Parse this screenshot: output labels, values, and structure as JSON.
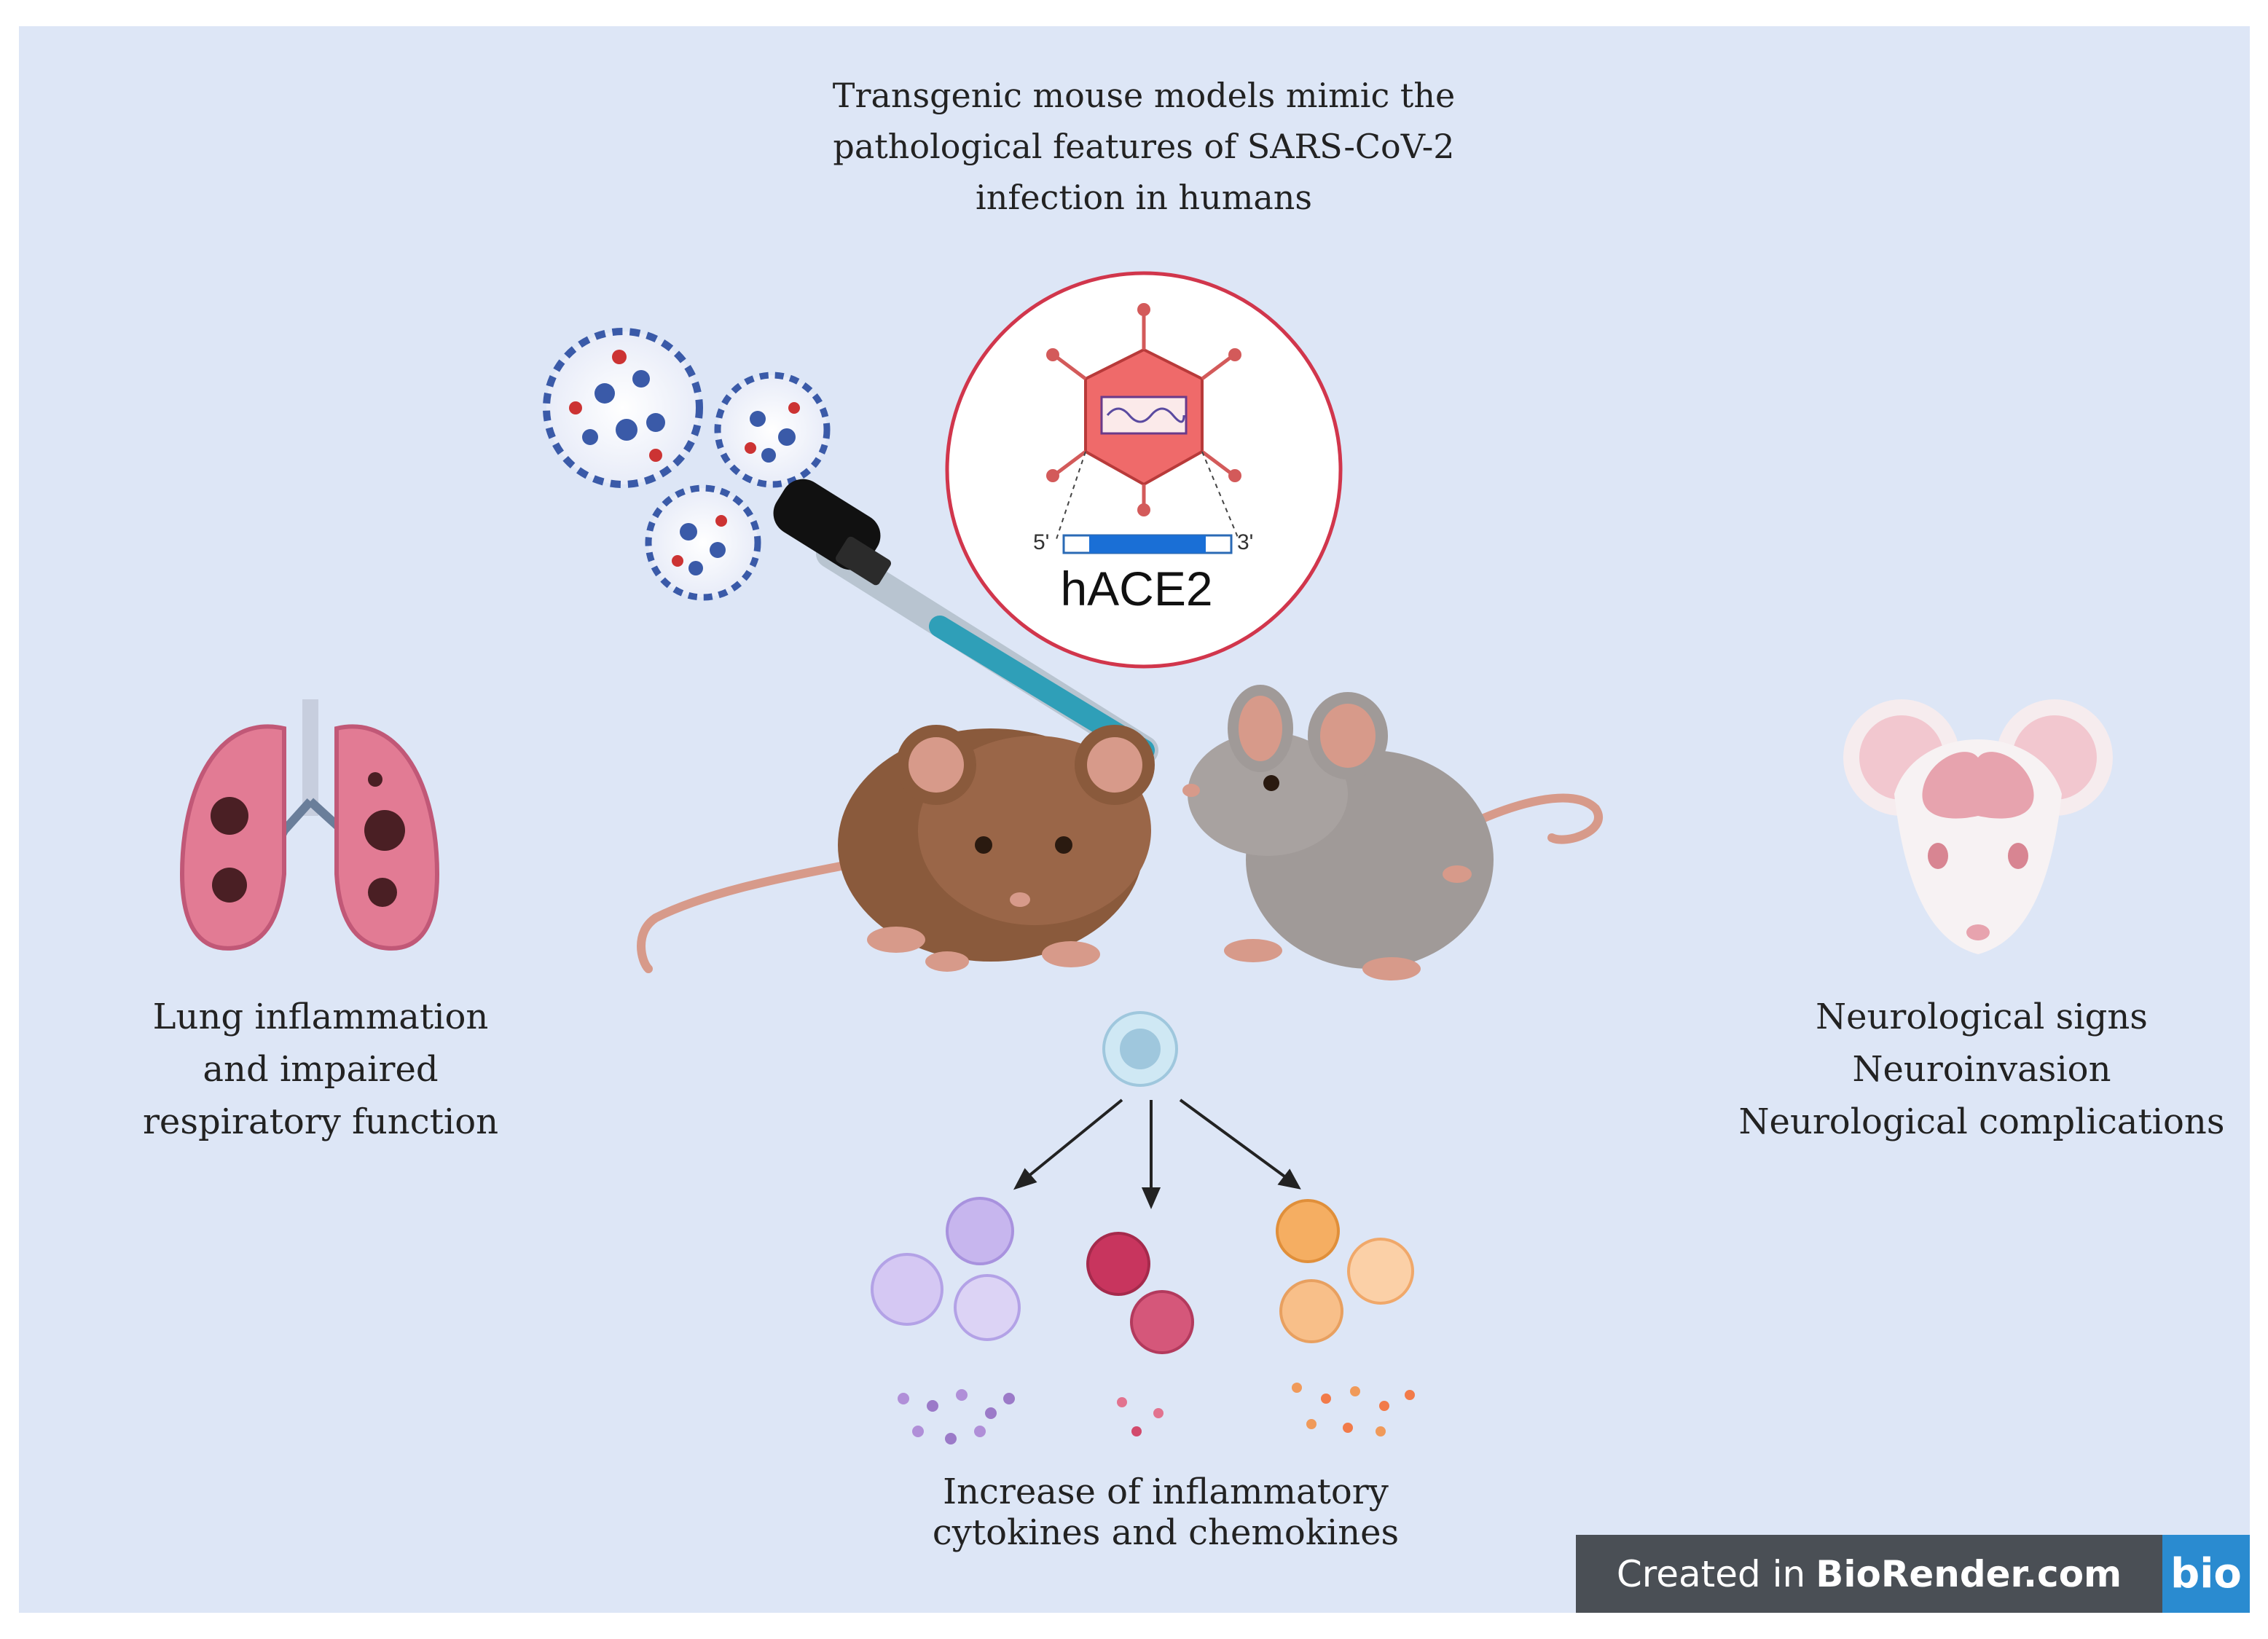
{
  "title": {
    "lines": [
      "Transgenic mouse models mimic the",
      "pathological features of SARS-CoV-2",
      "infection in humans"
    ]
  },
  "gene": {
    "label": "hACE2",
    "five_prime": "5'",
    "three_prime": "3'"
  },
  "lung": {
    "lines": [
      "Lung inflammation",
      "and impaired",
      "respiratory function"
    ]
  },
  "neuro": {
    "lines": [
      "Neurological signs",
      "Neuroinvasion",
      "Neurological complications"
    ]
  },
  "cytokines": {
    "lines": [
      "Increase of inflammatory",
      "cytokines and chemokines"
    ]
  },
  "badge": {
    "prefix": "Created in",
    "brand": "BioRender.com",
    "logo": "bio"
  },
  "colors": {
    "background": "#dde6f6",
    "virus": "#3a5aa8",
    "vector": "#e86a6a",
    "lung": "#e07d95",
    "brown_mouse": "#8a5a3c",
    "grey_mouse": "#9a9a9a",
    "purple_cells": "#b9a6e6",
    "red_cells": "#c8355e",
    "orange_cells": "#f4a05a"
  },
  "icons": [
    "virus-icon",
    "dropper-icon",
    "viral-vector-icon",
    "lung-icon",
    "brown-mouse-icon",
    "grey-mouse-icon",
    "mouse-head-brain-icon",
    "immune-cell-icon"
  ]
}
